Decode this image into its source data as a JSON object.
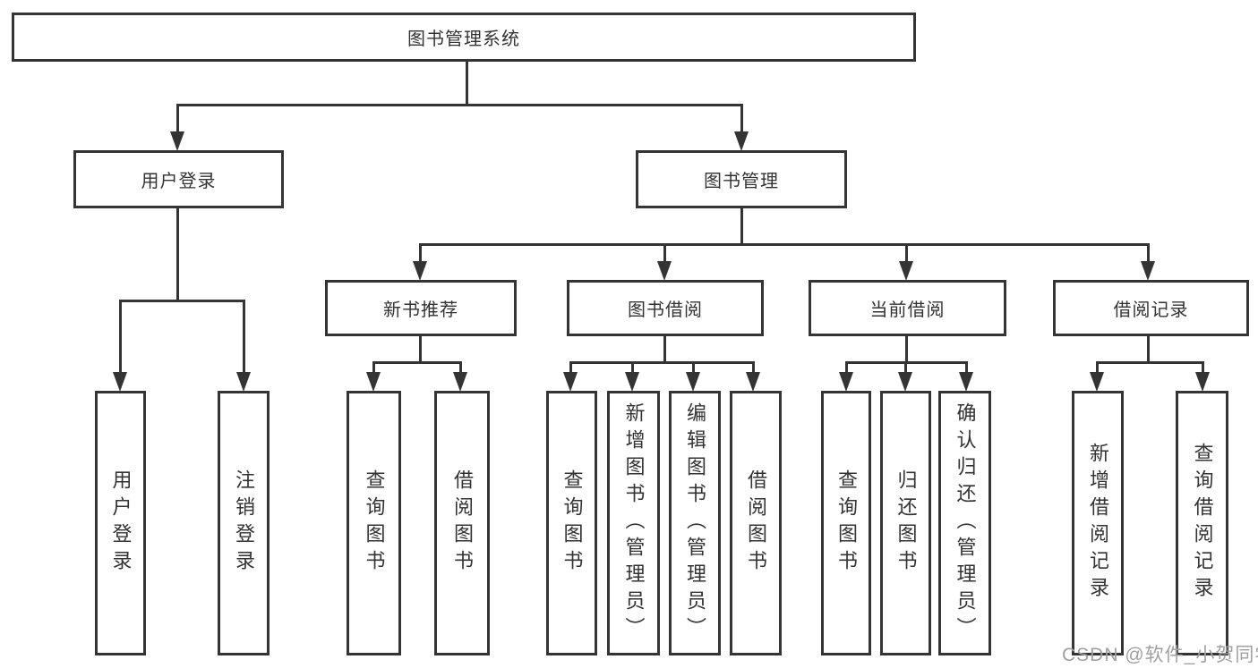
{
  "diagram": {
    "title": "图书管理系统",
    "nodes": {
      "root": {
        "label": "图书管理系统"
      },
      "user_login": {
        "label": "用户登录"
      },
      "book_management": {
        "label": "图书管理"
      },
      "new_book_recommend": {
        "label": "新书推荐"
      },
      "book_borrow": {
        "label": "图书借阅"
      },
      "current_borrow": {
        "label": "当前借阅"
      },
      "borrow_records": {
        "label": "借阅记录"
      }
    },
    "leaves": [
      {
        "label": "用户登录"
      },
      {
        "label": "注销登录"
      },
      {
        "label": "查询图书"
      },
      {
        "label": "借阅图书"
      },
      {
        "label": "查询图书"
      },
      {
        "label": "新增图书（管理员）"
      },
      {
        "label": "编辑图书（管理员）"
      },
      {
        "label": "借阅图书"
      },
      {
        "label": "查询图书"
      },
      {
        "label": "归还图书"
      },
      {
        "label": "确认归还（管理员）"
      },
      {
        "label": "新增借阅记录"
      },
      {
        "label": "查询借阅记录"
      }
    ],
    "watermark": "CSDN @软件_小贺同学",
    "colors": {
      "line": "#343434",
      "box_border": "#343434",
      "box_fill": "#ffffff",
      "text": "#333333",
      "watermark_text": "#a0a0a0",
      "background": "#ffffff"
    }
  }
}
